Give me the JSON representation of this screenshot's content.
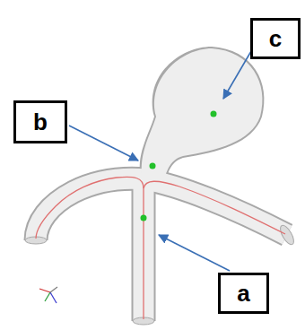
{
  "diagram": {
    "nodes": [
      {
        "text": [
          "c"
        ]
      },
      {
        "text": [
          "b"
        ]
      },
      {
        "text": [
          "a"
        ]
      }
    ]
  }
}
